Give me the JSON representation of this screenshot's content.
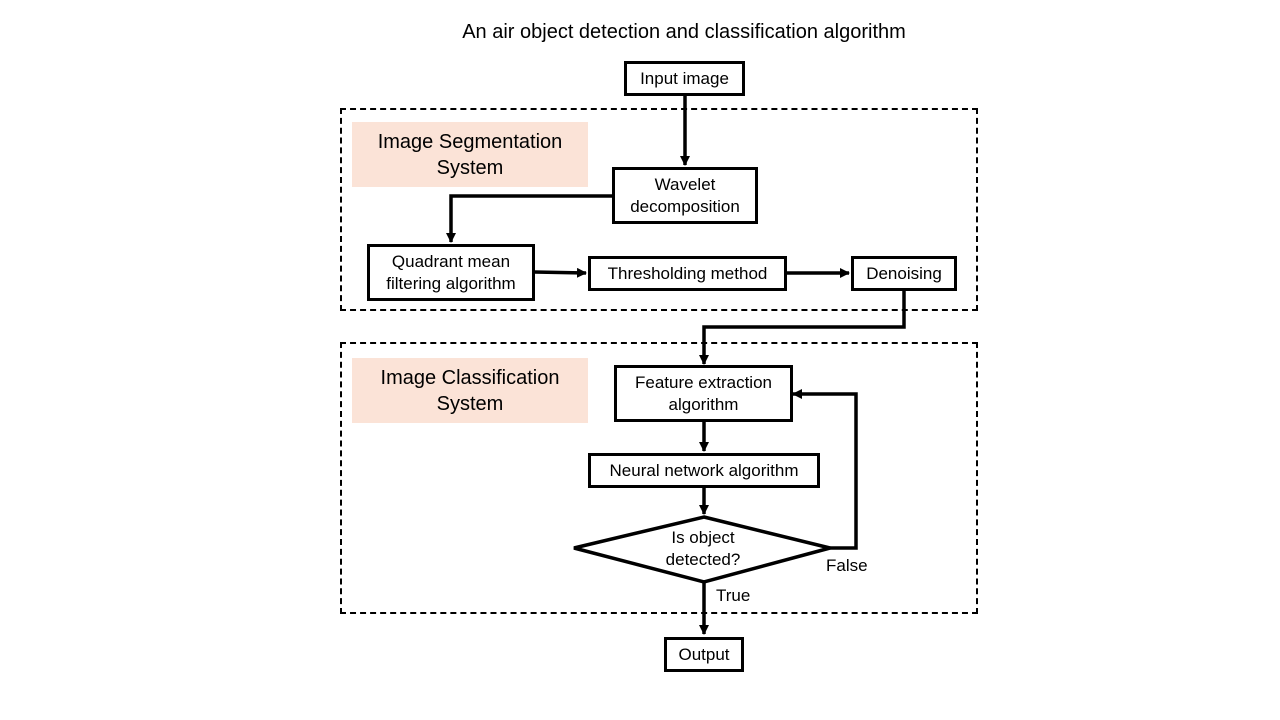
{
  "diagram": {
    "title": "An air object detection and classification algorithm",
    "colors": {
      "group_label_bg": "#fbe3d7",
      "line": "#000000",
      "node_fill": "#ffffff"
    },
    "groups": {
      "segmentation": "Image Segmentation\nSystem",
      "classification": "Image Classification\nSystem"
    },
    "nodes": {
      "input": "Input image",
      "wavelet": "Wavelet\ndecomposition",
      "quadrant": "Quadrant mean\nfiltering algorithm",
      "threshold": "Thresholding method",
      "denoise": "Denoising",
      "feature": "Feature extraction\nalgorithm",
      "neural": "Neural network algorithm",
      "decision": "Is object\ndetected?",
      "output": "Output"
    },
    "edges": {
      "true_label": "True",
      "false_label": "False"
    }
  }
}
